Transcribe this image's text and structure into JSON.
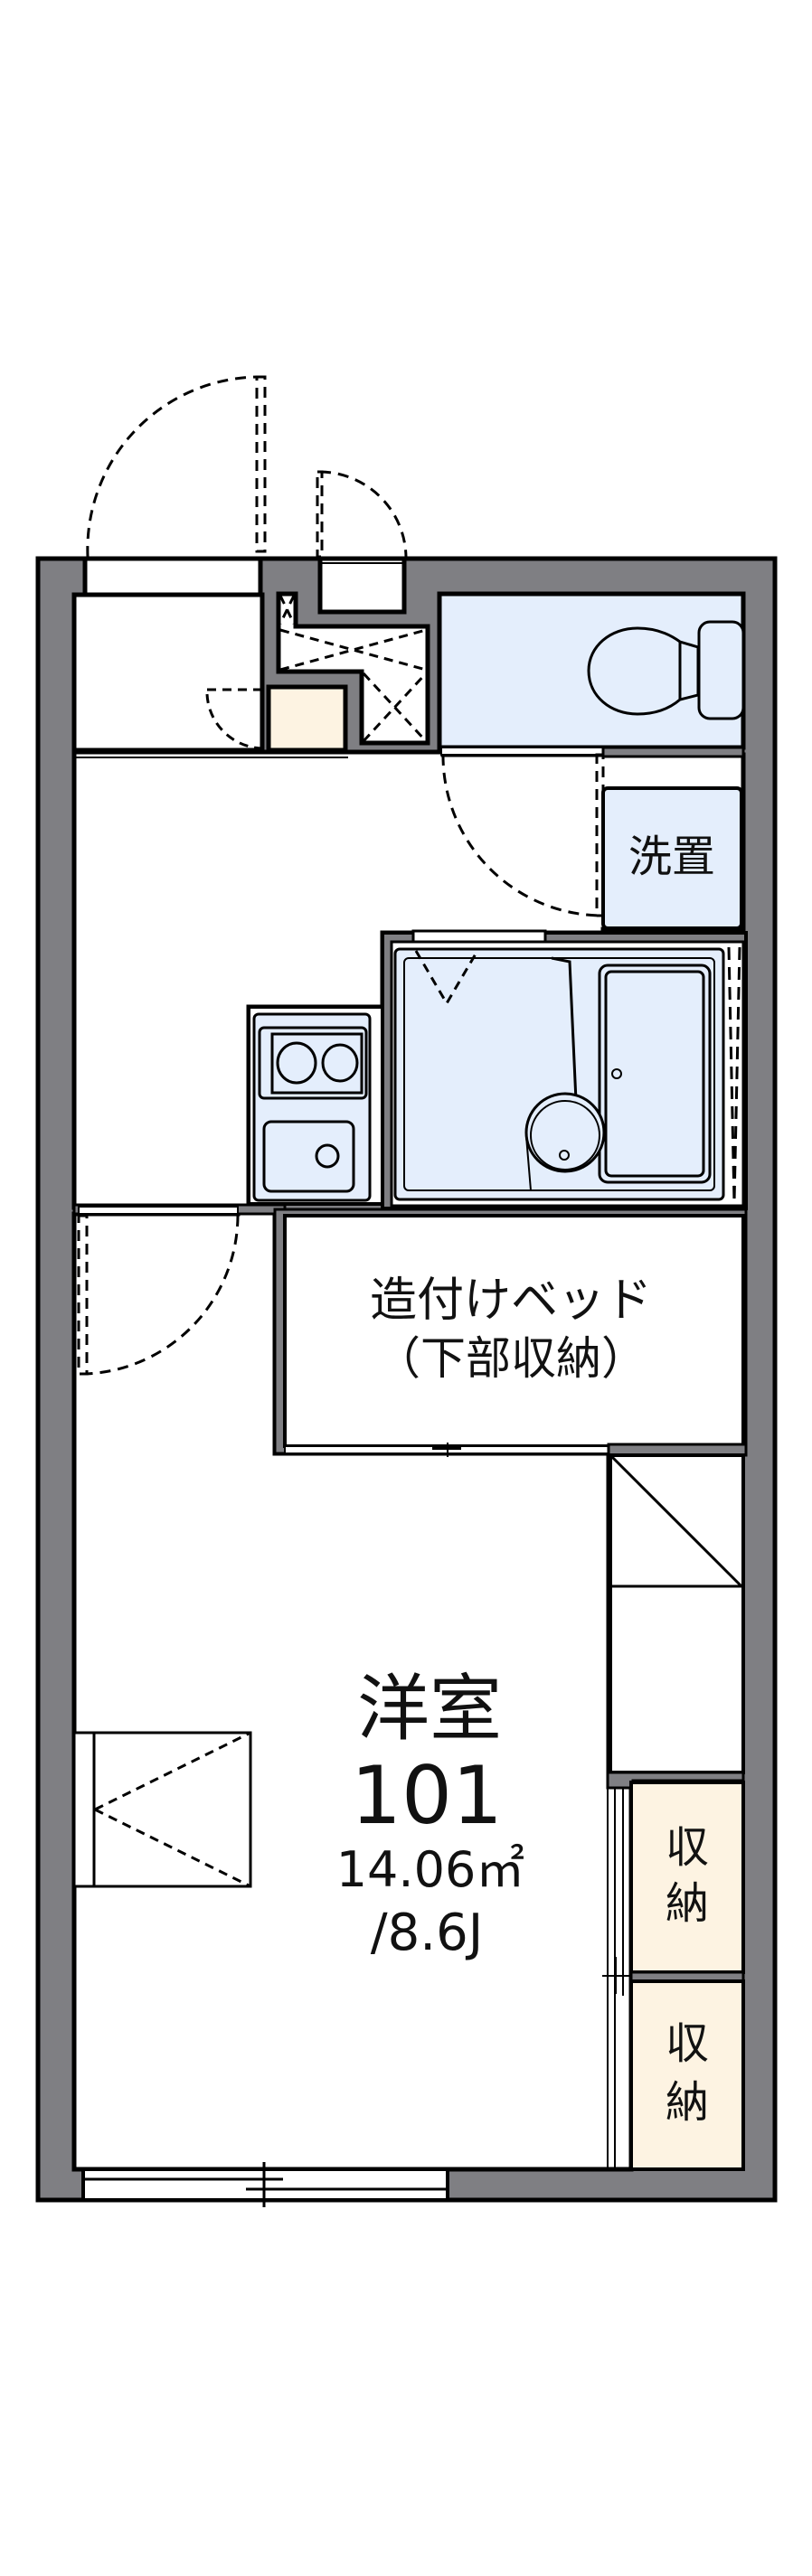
{
  "floorplan": {
    "unit_number": "101",
    "rooms": {
      "main_room": {
        "label": "洋室",
        "area": "14.06㎡",
        "size_jo": "/8.6J"
      },
      "built_in_bed": {
        "line1": "造付けベッド",
        "line2": "（下部収納）"
      },
      "washer_space": {
        "label": "洗置"
      },
      "closet_1": {
        "label_top": "収",
        "label_bottom": "納"
      },
      "closet_2": {
        "label_top": "収",
        "label_bottom": "納"
      }
    },
    "colors": {
      "wall": "#7f7f83",
      "line": "#000000",
      "wet_area": "#e4eefc",
      "storage": "#fdf3e2",
      "floor": "#ffffff"
    }
  }
}
